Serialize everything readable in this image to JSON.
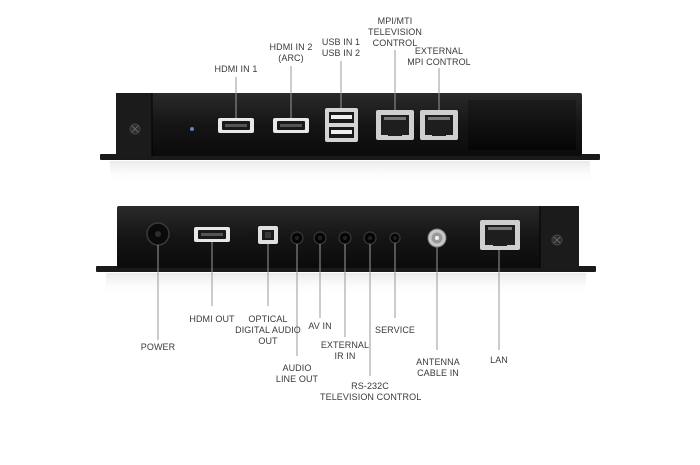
{
  "top_panel": {
    "labels": {
      "hdmi_in_1": [
        "HDMI IN 1"
      ],
      "hdmi_in_2": [
        "HDMI IN 2",
        "(ARC)"
      ],
      "usb": [
        "USB IN 1",
        "USB IN 2"
      ],
      "mpi_mti": [
        "MPI/MTI",
        "TELEVISION",
        "CONTROL"
      ],
      "external_mpi": [
        "EXTERNAL",
        "MPI CONTROL"
      ]
    }
  },
  "bottom_panel": {
    "labels": {
      "power": [
        "POWER"
      ],
      "hdmi_out": [
        "HDMI OUT"
      ],
      "optical": [
        "OPTICAL",
        "DIGITAL AUDIO",
        "OUT"
      ],
      "audio_line_out": [
        "AUDIO",
        "LINE OUT"
      ],
      "av_in": [
        "AV IN"
      ],
      "external_ir": [
        "EXTERNAL",
        "IR IN"
      ],
      "rs232c": [
        "RS-232C",
        "TELEVISION CONTROL"
      ],
      "service": [
        "SERVICE"
      ],
      "antenna": [
        "ANTENNA",
        "CABLE IN"
      ],
      "lan": [
        "LAN"
      ]
    }
  },
  "colors": {
    "device_body": "#111111",
    "leader_line": "#9a9a9a",
    "label_text": "#3a3a3a"
  }
}
